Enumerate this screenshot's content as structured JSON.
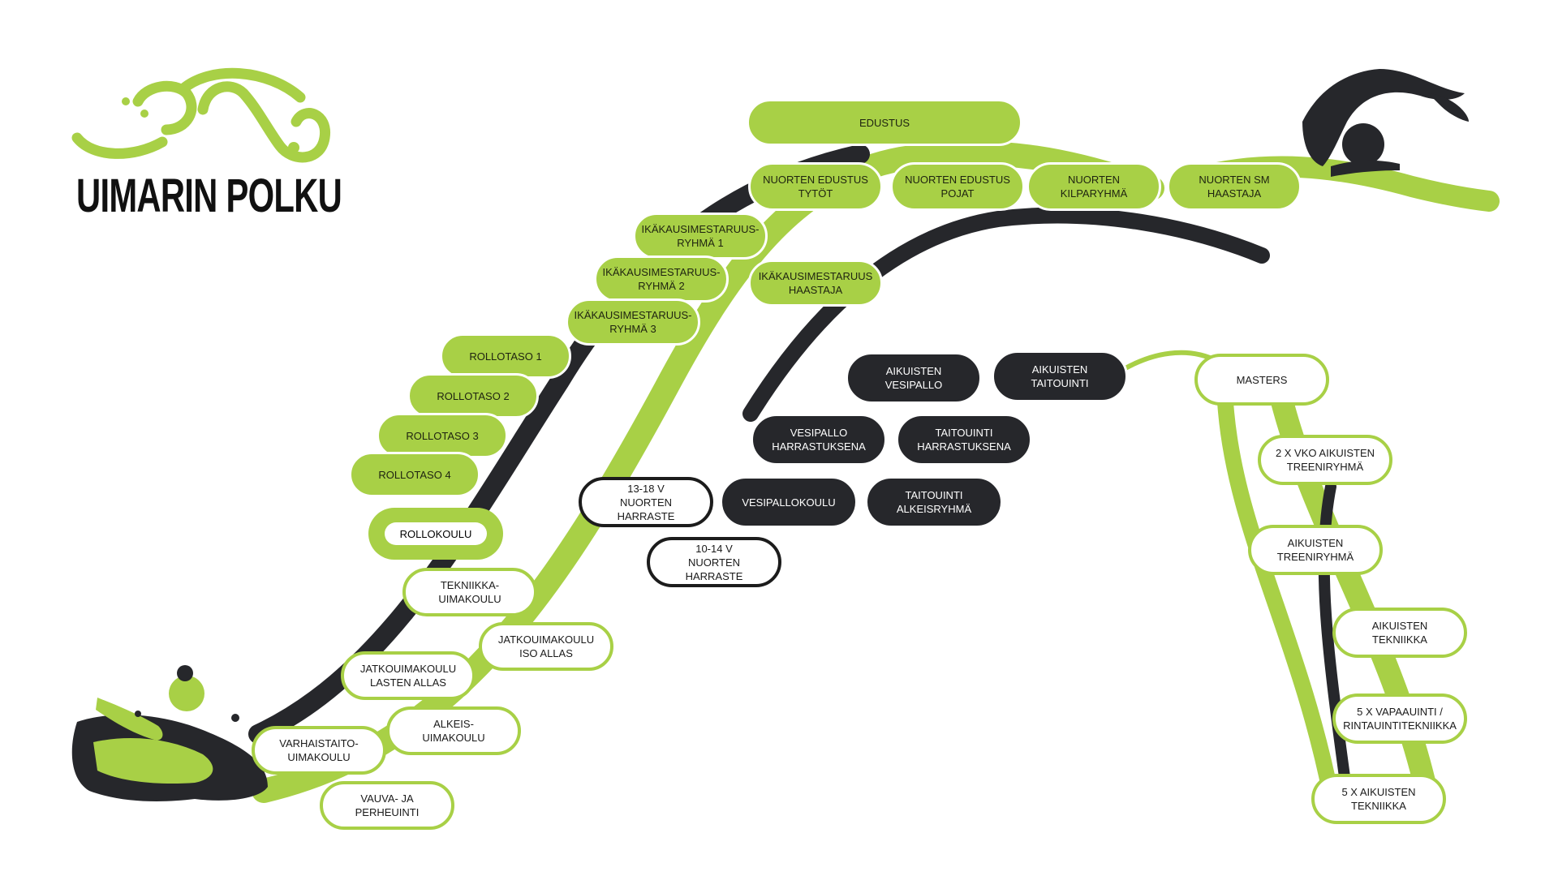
{
  "title": "UIMARIN POLKU",
  "colors": {
    "green": "#a8d046",
    "dark": "#26272b",
    "white": "#ffffff"
  },
  "icons": [
    "club-logo-icon",
    "swimmer-illustration-icon",
    "child-swimmer-illustration-icon"
  ],
  "nodes": {
    "edustus": "EDUSTUS",
    "nuorten_edustus_tytot": "NUORTEN EDUSTUS\nTYTÖT",
    "nuorten_edustus_pojat": "NUORTEN EDUSTUS\nPOJAT",
    "nuorten_kilparyhma": "NUORTEN KILPARYHMÄ",
    "nuorten_sm_haastaja": "NUORTEN SM\nHAASTAJA",
    "ikm_ryhma_1": "IKÄKAUSIMESTARUUS-\nRYHMÄ 1",
    "ikm_ryhma_2": "IKÄKAUSIMESTARUUS-\nRYHMÄ 2",
    "ikm_ryhma_3": "IKÄKAUSIMESTARUUS-\nRYHMÄ 3",
    "ikm_haastaja": "IKÄKAUSIMESTARUUS\nHAASTAJA",
    "rollotaso_1": "ROLLOTASO 1",
    "rollotaso_2": "ROLLOTASO 2",
    "rollotaso_3": "ROLLOTASO 3",
    "rollotaso_4": "ROLLOTASO 4",
    "rollokoulu": "ROLLOKOULU",
    "aikuisten_vesipallo": "AIKUISTEN VESIPALLO",
    "aikuisten_taitouinti": "AIKUISTEN TAITOUINTI",
    "masters": "MASTERS",
    "vesipallo_harrastuksena": "VESIPALLO\nHARRASTUKSENA",
    "taitouinti_harrastuksena": "TAITOUINTI\nHARRASTUKSENA",
    "nuorten_harraste_13_18": "13-18 V\nNUORTEN HARRASTE",
    "vesipallokoulu": "VESIPALLOKOULU",
    "taitouinti_alkeisryhma": "TAITOUINTI\nALKEISRYHMÄ",
    "nuorten_harraste_10_14": "10-14 V\nNUORTEN HARRASTE",
    "tekniikka_uimakoulu": "TEKNIIKKA-\nUIMAKOULU",
    "jatkouimakoulu_iso_allas": "JATKOUIMAKOULU\nISO ALLAS",
    "jatkouimakoulu_lasten_allas": "JATKOUIMAKOULU\nLASTEN ALLAS",
    "alkeisuimakoulu": "ALKEIS-\nUIMAKOULU",
    "varhaistaitouimakoulu": "VARHAISTAITO-\nUIMAKOULU",
    "vauva_ja_perheuinti": "VAUVA- JA PERHEUINTI",
    "aikuisten_treeniryhma_2x": "2 X VKO AIKUISTEN\nTREENIRYHMÄ",
    "aikuisten_treeniryhma": "AIKUISTEN\nTREENIRYHMÄ",
    "aikuisten_tekniikka": "AIKUISTEN\nTEKNIIKKA",
    "vapaauinti_rintauinti": "5 X VAPAAUINTI /\nRINTAUINTITEKNIIKKA",
    "aikuisten_tekniikka_5x": "5 X AIKUISTEN TEKNIIKKA"
  }
}
